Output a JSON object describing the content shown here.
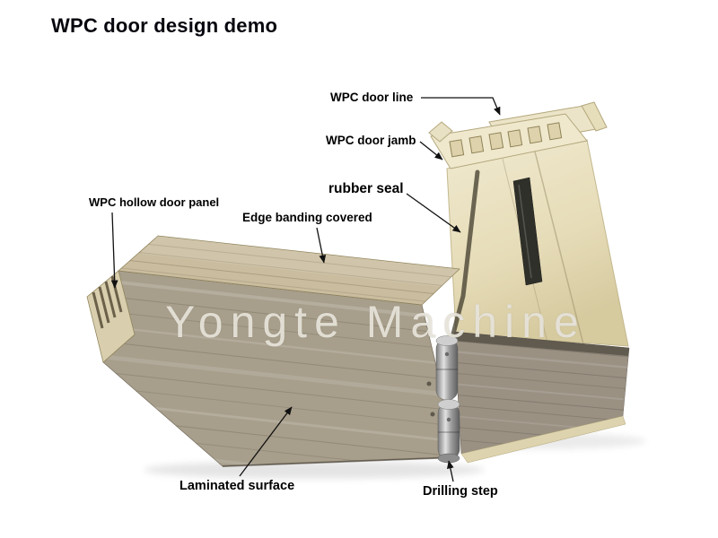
{
  "title": "WPC door design demo",
  "watermark": "Yongte Machine",
  "labels": {
    "door_line": "WPC door line",
    "door_jamb": "WPC door jamb",
    "rubber_seal": "rubber seal",
    "hollow_panel": "WPC hollow door panel",
    "edge_banding": "Edge banding covered",
    "laminated_surface": "Laminated surface",
    "drilling_step": "Drilling step"
  },
  "colors": {
    "frame_cream": "#efe8cd",
    "frame_inner_cream": "#e8dfbf",
    "frame_laminate_gray": "#9a9183",
    "door_front_gray": "#a79e8b",
    "edge_banding_wood": "#cabd9f",
    "rubber_seal_dark": "#30302a",
    "hinge_metal": "#c9c9c9",
    "label_text": "#000000",
    "background": "#ffffff"
  }
}
